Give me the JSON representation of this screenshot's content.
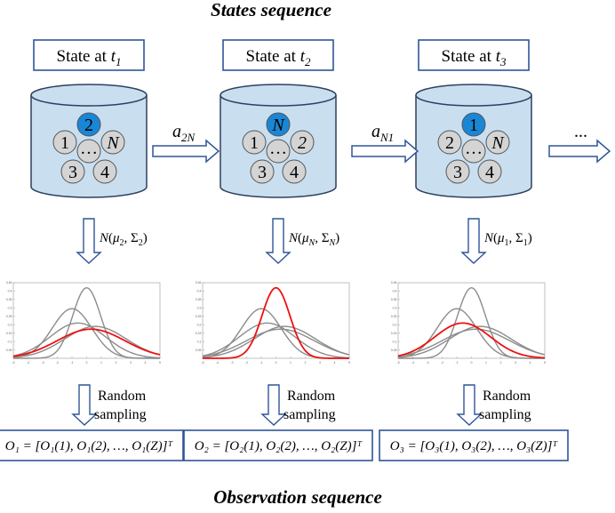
{
  "titles": {
    "top": "States sequence",
    "bottom": "Observation sequence"
  },
  "states": [
    {
      "label_prefix": "State at ",
      "label_var": "t",
      "label_sub": "1",
      "top_ball": "2",
      "balls": [
        "1",
        "…",
        "N",
        "3",
        "4"
      ],
      "emission": {
        "prefix": "N(",
        "mu": "μ",
        "mu_sub": "2",
        "sigma": "Σ",
        "sigma_sub": "2",
        "suffix": ")"
      },
      "highlight_curve": 4,
      "observation": "O₁ = [O₁(1), O₁(2), …, O₁(Z)]ᵀ"
    },
    {
      "label_prefix": "State at ",
      "label_var": "t",
      "label_sub": "2",
      "top_ball": "N",
      "balls": [
        "1",
        "…",
        "2",
        "3",
        "4"
      ],
      "emission": {
        "prefix": "N(",
        "mu": "μ",
        "mu_sub": "N",
        "sigma": "Σ",
        "sigma_sub": "N",
        "suffix": ")"
      },
      "highlight_curve": 0,
      "observation": "O₂ = [O₂(1), O₂(2), …, O₂(Z)]ᵀ"
    },
    {
      "label_prefix": "State at ",
      "label_var": "t",
      "label_sub": "3",
      "top_ball": "1",
      "balls": [
        "2",
        "…",
        "N",
        "3",
        "4"
      ],
      "emission": {
        "prefix": "N(",
        "mu": "μ",
        "mu_sub": "1",
        "sigma": "Σ",
        "sigma_sub": "1",
        "suffix": ")"
      },
      "highlight_curve": 2,
      "observation": "O₃ = [O₃(1), O₃(2), …, O₃(Z)]ᵀ"
    }
  ],
  "transitions": [
    {
      "var": "a",
      "sub": "2N"
    },
    {
      "var": "a",
      "sub": "N1"
    }
  ],
  "ellipsis": "...",
  "random_sampling": [
    "Random",
    "sampling"
  ],
  "gaussians": [
    {
      "mu": 0.0,
      "sigma": 0.95
    },
    {
      "mu": -1.0,
      "sigma": 1.35
    },
    {
      "mu": -0.6,
      "sigma": 1.9
    },
    {
      "mu": 0.6,
      "sigma": 2.1
    },
    {
      "mu": 0.3,
      "sigma": 2.3
    }
  ],
  "plot": {
    "xlim": [
      -5,
      5
    ],
    "ylim": [
      0,
      0.45
    ],
    "xticks": [
      "-5",
      "-4",
      "-3",
      "-2",
      "-1",
      "0",
      "1",
      "2",
      "3",
      "4",
      "5"
    ],
    "yticks": [
      "0.05",
      "0.1",
      "0.15",
      "0.2",
      "0.25",
      "0.3",
      "0.35",
      "0.4",
      "0.45"
    ]
  },
  "colors": {
    "cylinder_fill": "#c9dff0",
    "cylinder_stroke": "#2f3f5f",
    "ball_grey": "#d4d4d4",
    "ball_blue": "#1a86d6",
    "box_stroke": "#2f5597",
    "arrow_stroke": "#2f5597",
    "curve_grey": "#8c8c8c",
    "curve_red": "#ee1111"
  }
}
